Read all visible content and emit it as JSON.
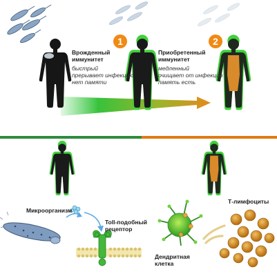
{
  "badges": [
    "1",
    "2"
  ],
  "innate": {
    "title_line1": "Врожденный",
    "title_line2": "иммунитет",
    "desc_line1": "быстрый",
    "desc_line2": "прерывает инфекцию",
    "desc_line3": "нет памяти"
  },
  "adaptive": {
    "title_line1": "Приобретенный",
    "title_line2": "иммунитет",
    "desc_line1": "медленный",
    "desc_line2": "очищает от инфекции",
    "desc_line3": "память есть"
  },
  "labels": {
    "microorganism": "Микроорганизм",
    "toll_line1": "Toll-подобный",
    "toll_line2": "рецептор",
    "t_lymphocytes": "Т-лимфоциты",
    "dendritic_line1": "Дендритная",
    "dendritic_line2": "клетка"
  },
  "colors": {
    "green": "#2e8b3e",
    "orange": "#e07a12",
    "figure_dark": "#1a1a1a",
    "figure_glow": "#3cc23a",
    "inner_orange": "#d98a2a"
  }
}
